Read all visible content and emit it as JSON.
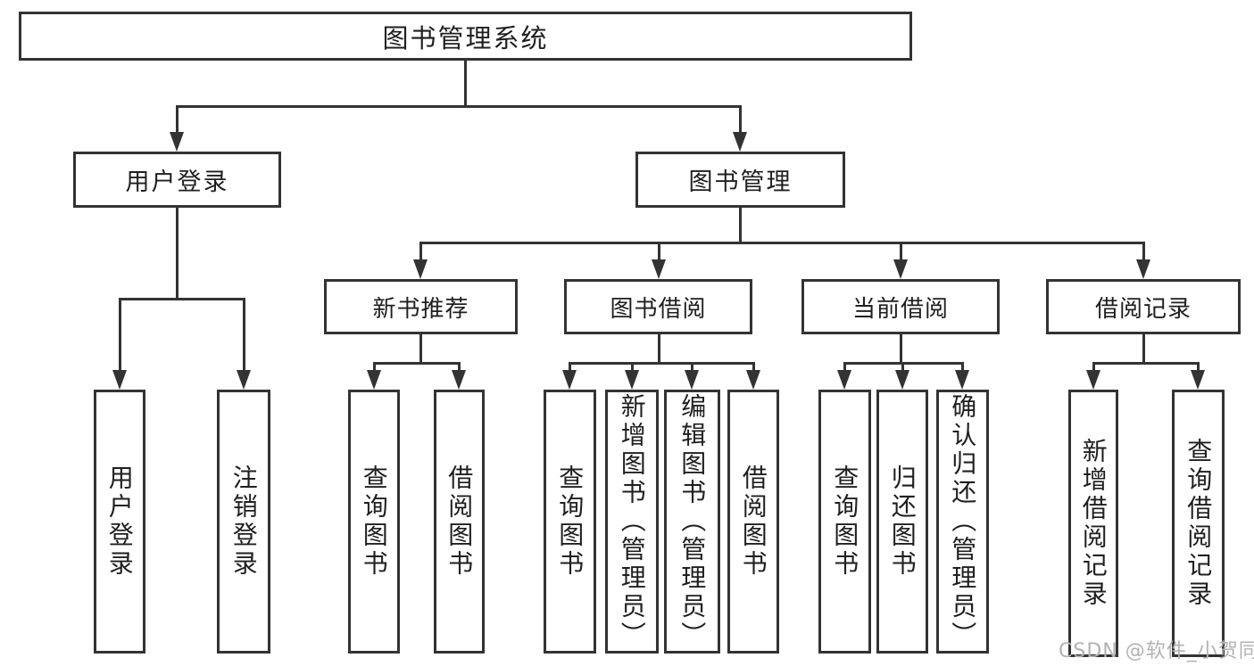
{
  "diagram": {
    "title": "图书管理系统",
    "tree": {
      "label": "图书管理系统",
      "children": [
        {
          "label": "用户登录",
          "children": [
            {
              "label": "用户登录"
            },
            {
              "label": "注销登录"
            }
          ]
        },
        {
          "label": "图书管理",
          "children": [
            {
              "label": "新书推荐",
              "children": [
                {
                  "label": "查询图书"
                },
                {
                  "label": "借阅图书"
                }
              ]
            },
            {
              "label": "图书借阅",
              "children": [
                {
                  "label": "查询图书"
                },
                {
                  "label": "新增图书（管理员）"
                },
                {
                  "label": "编辑图书（管理员）"
                },
                {
                  "label": "借阅图书"
                }
              ]
            },
            {
              "label": "当前借阅",
              "children": [
                {
                  "label": "查询图书"
                },
                {
                  "label": "归还图书"
                },
                {
                  "label": "确认归还（管理员）"
                }
              ]
            },
            {
              "label": "借阅记录",
              "children": [
                {
                  "label": "新增借阅记录"
                },
                {
                  "label": "查询借阅记录"
                }
              ]
            }
          ]
        }
      ]
    },
    "colors": {
      "line": "#333333",
      "text": "#1f1f1f",
      "background": "#ffffff",
      "watermark": "#b3b3b3"
    }
  },
  "watermark": {
    "text": "CSDN @软件_小贺同学"
  }
}
